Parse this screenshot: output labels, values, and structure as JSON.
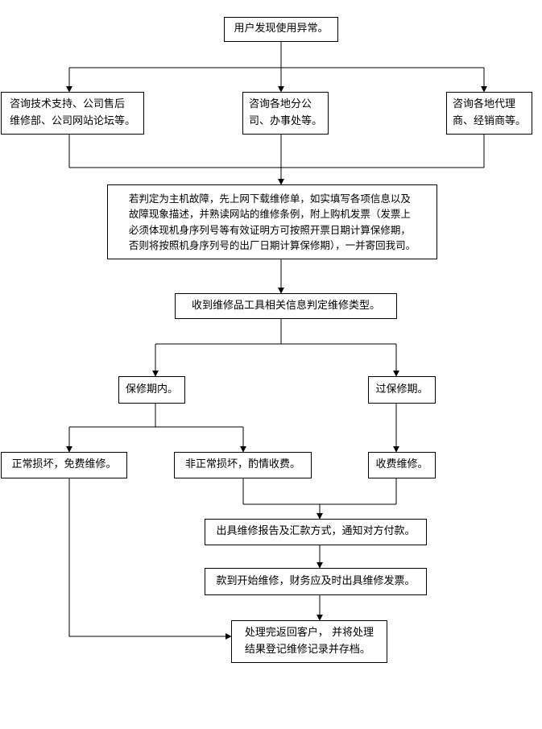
{
  "flowchart": {
    "nodes": {
      "start": "用户发现使用异常。",
      "consult_support": "咨询技术支持、公司售后\n维修部、公司网站论坛等。",
      "consult_branch": "咨询各地分公\n司、办事处等。",
      "consult_agent": "咨询各地代理\n商、经销商等。",
      "download_form": "若判定为主机故障，先上网下载维修单，如实填写各项信息以及\n故障现象描述，并熟读网站的维修条例，附上购机发票（发票上\n必须体现机身序列号等有效证明方可按照开票日期计算保修期，\n否则将按照机身序列号的出厂日期计算保修期），一并寄回我司。",
      "receive": "收到维修品工具相关信息判定维修类型。",
      "in_warranty": "保修期内。",
      "out_warranty": "过保修期。",
      "normal_damage": "正常损坏，免费维修。",
      "abnormal_damage": "非正常损坏，酌情收费。",
      "paid_repair": "收费维修。",
      "issue_report": "出具维修报告及汇款方式，通知对方付款。",
      "start_repair": "款到开始维修，财务应及时出具维修发票。",
      "finish": "处理完返回客户， 并将处理\n结果登记维修记录并存档。"
    }
  }
}
